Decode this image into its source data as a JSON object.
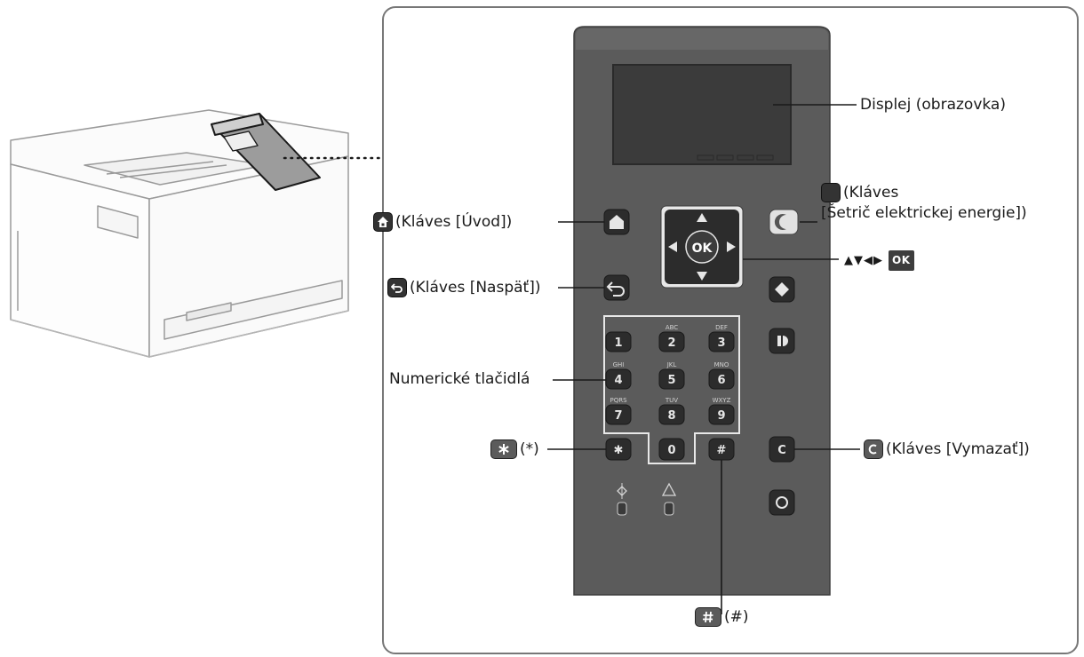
{
  "callouts": {
    "display": "Displej (obrazovka)",
    "home": "(Kláves [Úvod])",
    "energy_line1": "(Kláves",
    "energy_line2": "[Šetrič elektrickej energie])",
    "back": "(Kláves [Naspäť])",
    "arrows_symbols": "▲▼◀▶",
    "ok_label": "OK",
    "numeric": "Numerické tlačidlá",
    "star": "(*)",
    "clear": "(Kláves [Vymazať])",
    "hash": "(#)"
  },
  "keypad": {
    "keys": [
      {
        "num": "1",
        "letters": ""
      },
      {
        "num": "2",
        "letters": "ABC"
      },
      {
        "num": "3",
        "letters": "DEF"
      },
      {
        "num": "4",
        "letters": "GHI"
      },
      {
        "num": "5",
        "letters": "JKL"
      },
      {
        "num": "6",
        "letters": "MNO"
      },
      {
        "num": "7",
        "letters": "PQRS"
      },
      {
        "num": "8",
        "letters": "TUV"
      },
      {
        "num": "9",
        "letters": "WXYZ"
      }
    ],
    "zero": "0",
    "star": "✱",
    "hash": "#",
    "ok": "OK",
    "clear": "C"
  },
  "colors": {
    "panel": "#5a5a5a",
    "panel_dark": "#4a4a4a",
    "key": "#2c2c2c",
    "key_light": "#e2e2e2",
    "screen": "#3b3b3b",
    "frame": "#777777",
    "leader": "#1a1a1a"
  },
  "icons": {
    "home": "home-icon",
    "energy": "moon-icon",
    "back": "back-arrow-icon",
    "star": "star-icon",
    "clear": "clear-icon",
    "hash": "hash-icon"
  }
}
